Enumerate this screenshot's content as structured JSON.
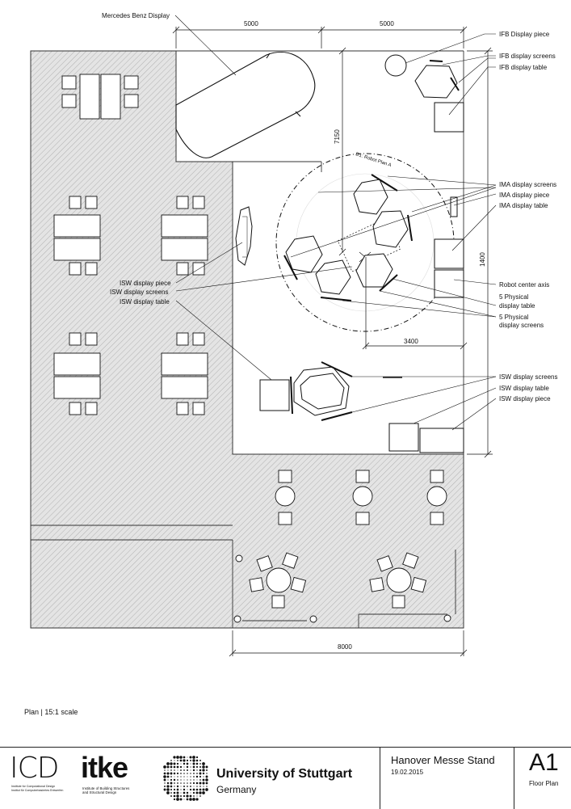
{
  "plan": {
    "dimensions": {
      "top_left": "5000",
      "top_right": "5000",
      "vertical_left": "7150",
      "vertical_right": "1400",
      "robot_offset": "3400",
      "bottom": "8000"
    },
    "robot_plan_label": "D1: Robot Plan A",
    "labels": {
      "mercedes": "Mercedes Benz Display",
      "ifb_piece": "IFB Display piece",
      "ifb_screens": "IFB display screens",
      "ifb_table": "IFB display table",
      "ima_screens": "IMA display screens",
      "ima_piece": "IMA display piece",
      "ima_table": "IMA display table",
      "robot_axis": "Robot center axis",
      "physical_table_1": "5 Physical",
      "physical_table_2": "display table",
      "physical_screens_1": "5 Physical",
      "physical_screens_2": "display screens",
      "isw_left_piece": "ISW display piece",
      "isw_left_screens": "ISW display screens",
      "isw_left_table": "ISW display table",
      "isw_right_screens": "ISW display screens",
      "isw_right_table": "ISW display table",
      "isw_right_piece": "ISW display piece"
    }
  },
  "scale_note": "Plan | 15:1 scale",
  "title_block": {
    "icd_logo": "ICD",
    "icd_sub_1": "Institute for Computational Design",
    "icd_sub_2": "Institut für Computerbasiertes Entwerfen",
    "itke_logo": "itke",
    "itke_sub_1": "Institute of Building Structures",
    "itke_sub_2": "and Structural Design",
    "university": "University of Stuttgart",
    "country": "Germany",
    "project_title": "Hanover Messe Stand",
    "date": "19.02.2015",
    "sheet_number": "A1",
    "sheet_title": "Floor Plan"
  }
}
